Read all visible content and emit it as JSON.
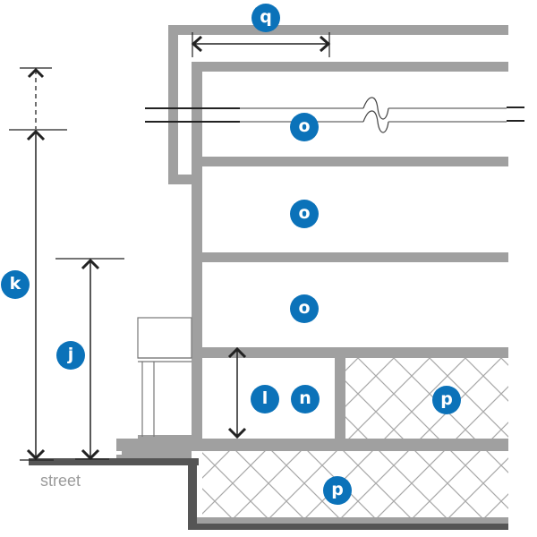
{
  "diagram": {
    "title": "Building section with height and depth measurements",
    "colors": {
      "structure": "#a0a0a0",
      "ground": "#555555",
      "badge": "#0b72b9",
      "badge_text": "#ffffff",
      "dimension_line": "#222222",
      "hatch": "#a8a8a8",
      "street_text": "#9b9b9b"
    },
    "labels": {
      "street": "street"
    },
    "badges": [
      {
        "id": "q",
        "text": "q",
        "meaning": "projection depth dimension"
      },
      {
        "id": "o1",
        "text": "o",
        "meaning": "upper floor"
      },
      {
        "id": "o2",
        "text": "o",
        "meaning": "upper floor"
      },
      {
        "id": "o3",
        "text": "o",
        "meaning": "upper floor"
      },
      {
        "id": "k",
        "text": "k",
        "meaning": "total building height dimension"
      },
      {
        "id": "j",
        "text": "j",
        "meaning": "intermediate height dimension"
      },
      {
        "id": "l",
        "text": "l",
        "meaning": "ground floor height dimension"
      },
      {
        "id": "n",
        "text": "n",
        "meaning": "ground floor"
      },
      {
        "id": "p1",
        "text": "p",
        "meaning": "hatched ground floor space"
      },
      {
        "id": "p2",
        "text": "p",
        "meaning": "hatched basement"
      }
    ],
    "elements": {
      "dimension_lines": [
        "q-horizontal-dimension",
        "k-vertical-dimension",
        "k-dashed-extension",
        "j-vertical-dimension",
        "l-vertical-dimension"
      ],
      "pipe_break": "wavy break symbol on horizontal pipe",
      "entrance_canopy": "canopy with posts at ground entrance",
      "stairs": "steps from street to ground floor"
    }
  }
}
